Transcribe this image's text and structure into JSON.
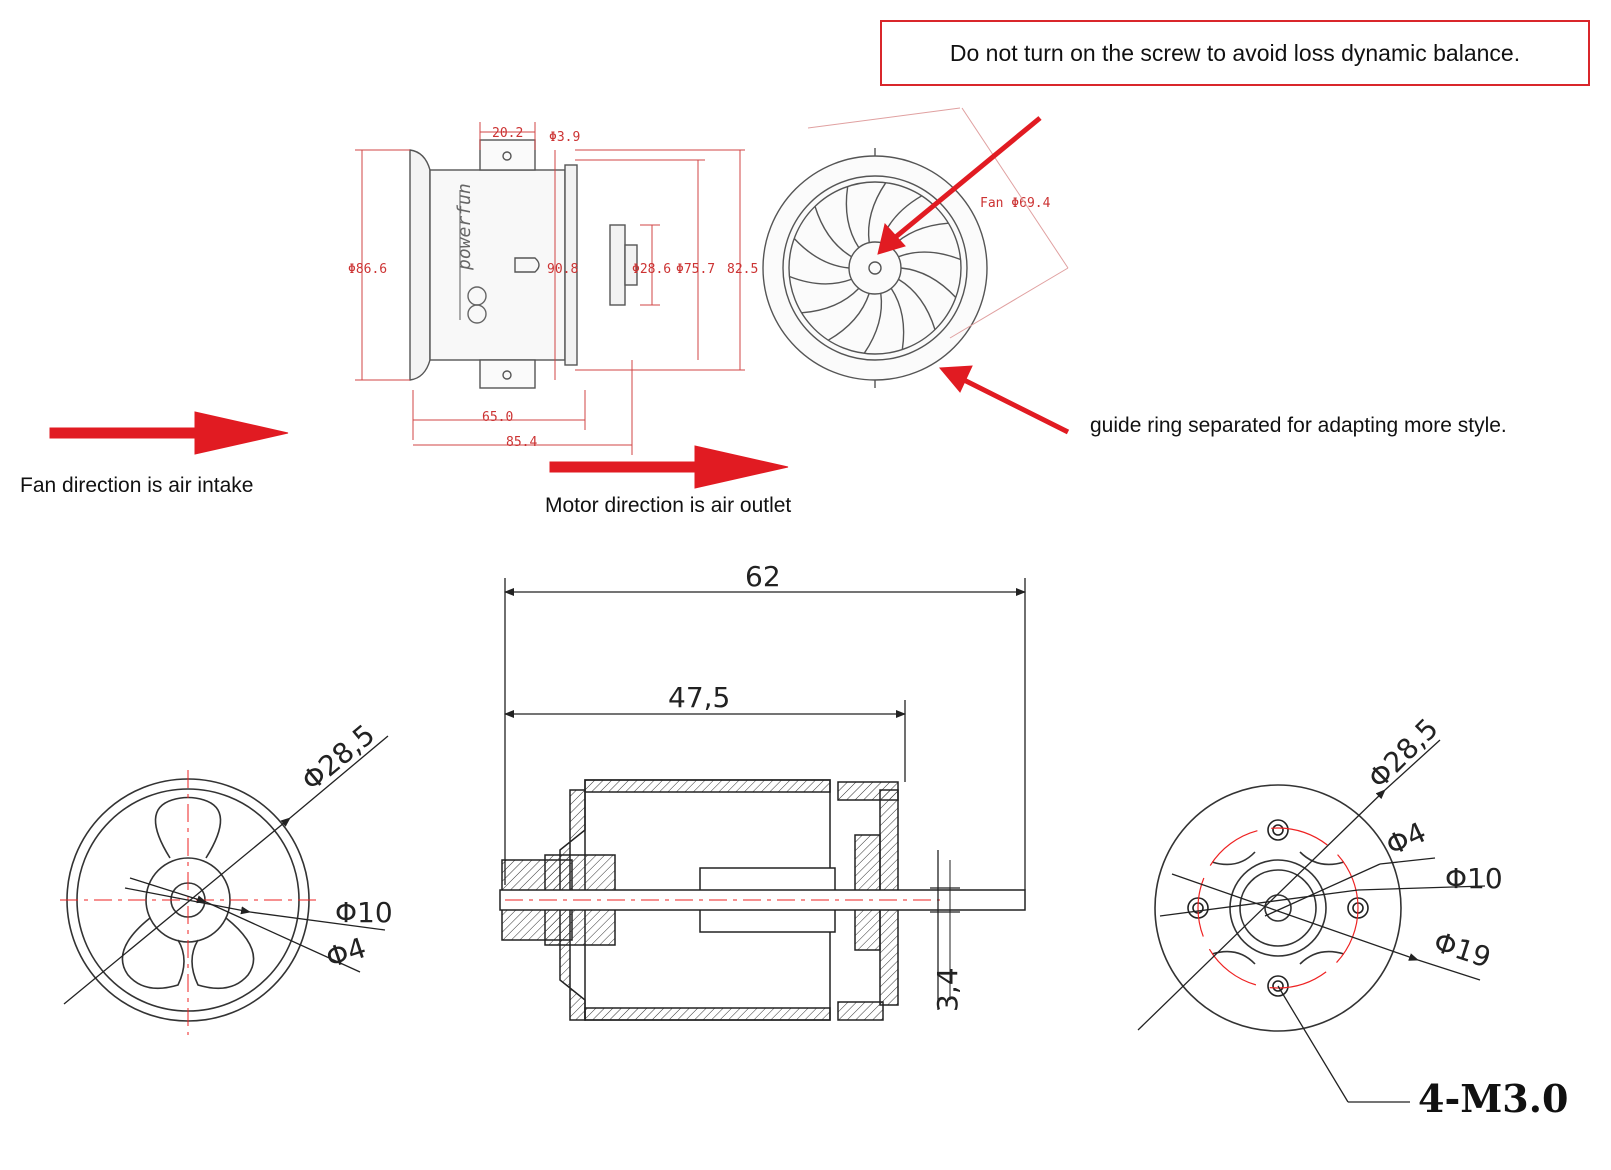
{
  "notes": {
    "screw_warning": "Do not turn on the screw to avoid loss dynamic balance.",
    "guide_ring": "guide ring separated for adapting more style.",
    "fan_direction": "Fan direction is air intake",
    "motor_direction": "Motor direction is air outlet"
  },
  "edf_dims": {
    "d20_2": "20.2",
    "d3_9": "Φ3.9",
    "d86_6": "Φ86.6",
    "d90_8": "90.8",
    "d28_6": "Φ28.6",
    "d75_7": "Φ75.7",
    "d82_5": "82.5",
    "d65_0": "65.0",
    "d85_4": "85.4",
    "fan_dia": "Fan Φ69.4",
    "brand": "powerfun"
  },
  "motor_dims": {
    "length_total": "62",
    "length_body": "47,5",
    "shaft": "3,4",
    "front_outer": "Φ28,5",
    "front_d10": "Φ10",
    "front_d4": "Φ4",
    "rear_outer": "Φ28,5",
    "rear_d4": "Φ4",
    "rear_d10": "Φ10",
    "rear_d19": "Φ19",
    "screws": "4-M3.0"
  },
  "colors": {
    "accent": "#e11b22",
    "line": "#222222",
    "dim": "#d04545"
  }
}
